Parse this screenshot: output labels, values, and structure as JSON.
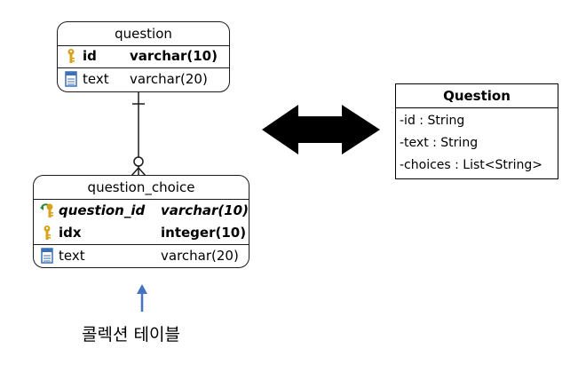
{
  "question_table": {
    "title": "question",
    "rows": [
      {
        "name": "id",
        "type": "varchar(10)"
      },
      {
        "name": "text",
        "type": "varchar(20)"
      }
    ]
  },
  "question_choice_table": {
    "title": "question_choice",
    "rows": [
      {
        "name": "question_id",
        "type": "varchar(10)"
      },
      {
        "name": "idx",
        "type": "integer(10)"
      },
      {
        "name": "text",
        "type": "varchar(20)"
      }
    ]
  },
  "uml_class": {
    "title": "Question",
    "attributes": [
      "-id : String",
      "-text : String",
      "-choices : List<String>"
    ]
  },
  "annotation": "콜렉션 테이블",
  "colors": {
    "arrow": "#000000",
    "pointer_arrow": "#4472c4",
    "key_gold": "#d9a21b",
    "column_icon": "#3b6fb6"
  }
}
